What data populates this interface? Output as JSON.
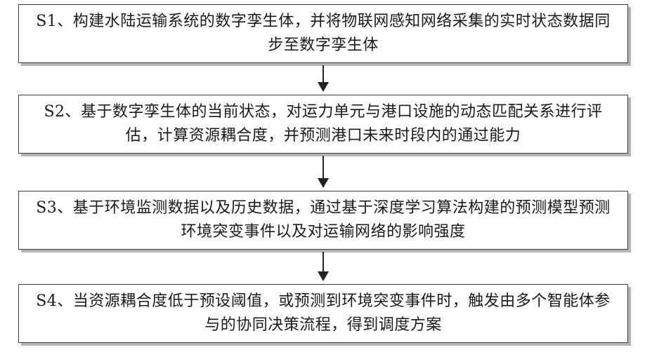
{
  "steps": [
    {
      "text": "S1、构建水陆运输系统的数字孪生体，并将物联网感知网络采集的实时状态数据同步至数字孪生体"
    },
    {
      "text": "S2、基于数字孪生体的当前状态，对运力单元与港口设施的动态匹配关系进行评估，计算资源耦合度，并预测港口未来时段内的通过能力"
    },
    {
      "text": "S3、基于环境监测数据以及历史数据，通过基于深度学习算法构建的预测模型预测环境突变事件以及对运输网络的影响强度"
    },
    {
      "text": "S4、当资源耦合度低于预设阈值，或预测到环境突变事件时，触发由多个智能体参与的协同决策流程，得到调度方案"
    }
  ]
}
